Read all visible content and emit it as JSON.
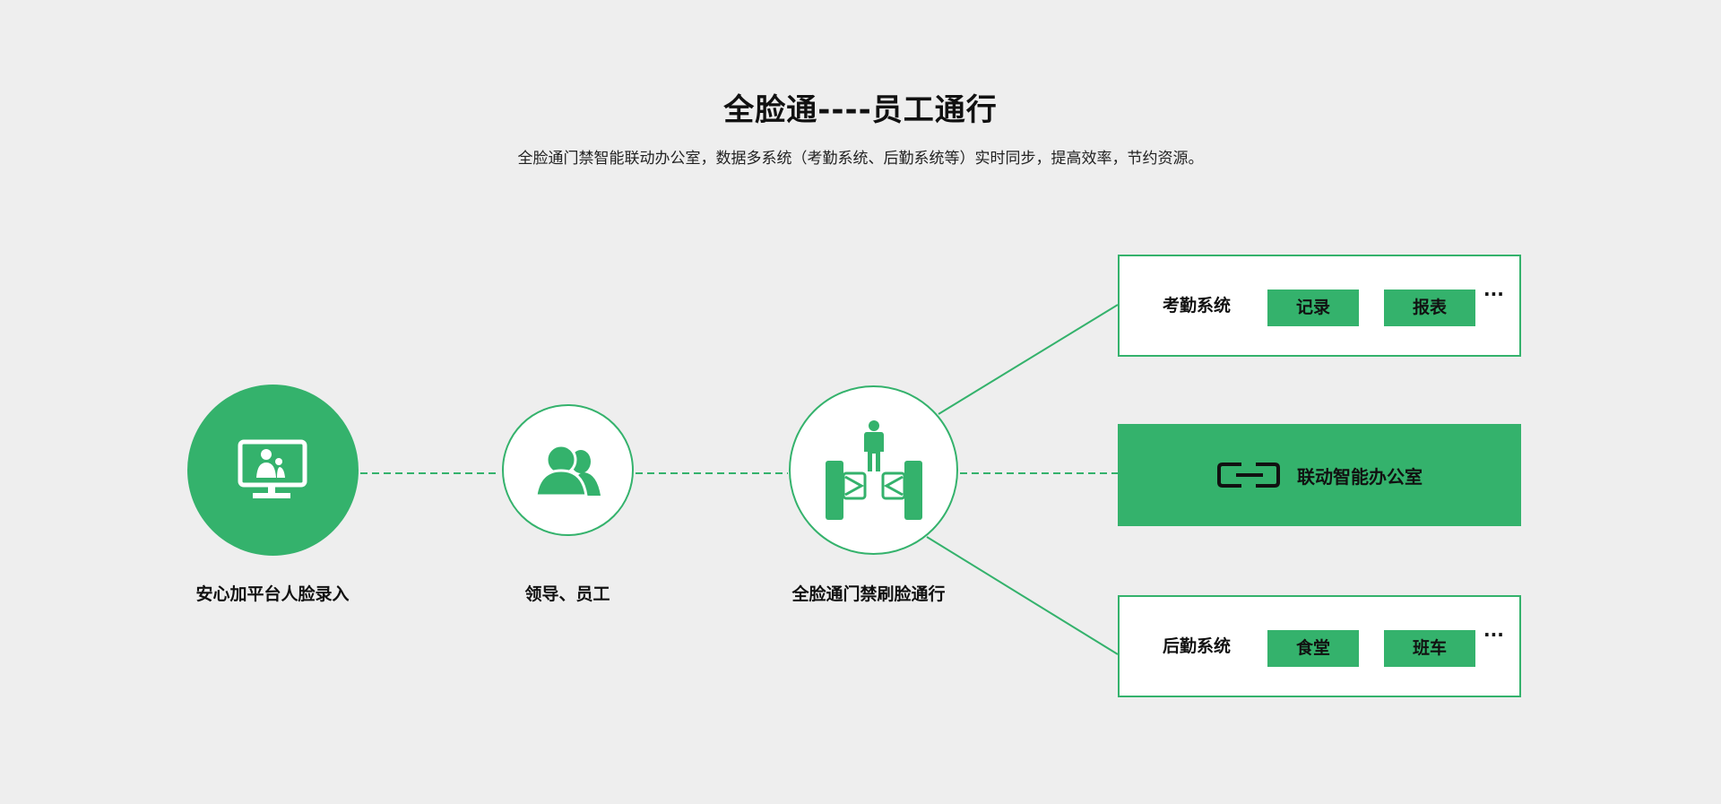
{
  "header": {
    "title": "全脸通----员工通行",
    "subtitle": "全脸通门禁智能联动办公室，数据多系统（考勤系统、后勤系统等）实时同步，提高效率，节约资源。"
  },
  "steps": [
    {
      "label": "安心加平台人脸录入",
      "icon": "monitor-person-icon"
    },
    {
      "label": "领导、员工",
      "icon": "users-icon"
    },
    {
      "label": "全脸通门禁刷脸通行",
      "icon": "turnstile-icon"
    }
  ],
  "systems": {
    "attendance": {
      "label": "考勤系统",
      "tags": [
        "记录",
        "报表"
      ],
      "more": "···"
    },
    "center": {
      "label": "联动智能办公室",
      "icon": "link-icon"
    },
    "logistics": {
      "label": "后勤系统",
      "tags": [
        "食堂",
        "班车"
      ],
      "more": "···"
    }
  },
  "colors": {
    "accent": "#34b26c",
    "background": "#eeeeee"
  }
}
